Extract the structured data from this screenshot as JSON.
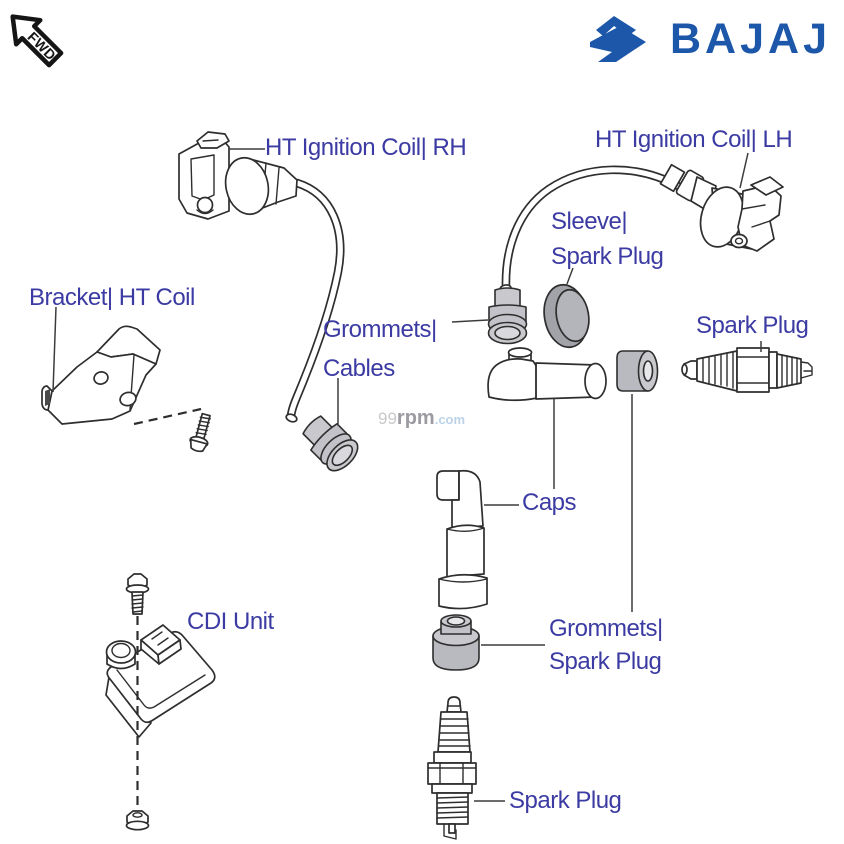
{
  "header": {
    "direction_badge": {
      "icon": "fwd-arrow-badge",
      "text": "FWD"
    },
    "brand": {
      "logo_icon": "bajaj-flying-b-logo",
      "wordmark": "BAJAJ",
      "color": "#1d57a9"
    }
  },
  "watermark": {
    "part1": "99",
    "part2": "rpm",
    "part3": ".com"
  },
  "diagram": {
    "type": "exploded-parts-line-drawing",
    "label_color": "#3b3ba3",
    "line_color": "#2e2e2e",
    "part_fill_grey": "#c2c2c8",
    "labels": {
      "ht_coil_rh": "HT Ignition Coil| RH",
      "ht_coil_lh": "HT Ignition Coil| LH",
      "sleeve_line1": "Sleeve|",
      "sleeve_line2": "Spark Plug",
      "bracket": "Bracket| HT Coil",
      "grommets_cables_line1": "Grommets|",
      "grommets_cables_line2": "Cables",
      "spark_plug_right": "Spark Plug",
      "caps": "Caps",
      "cdi_unit": "CDI Unit",
      "grommets_spark_line1": "Grommets|",
      "grommets_spark_line2": "Spark Plug",
      "spark_plug_bottom": "Spark Plug"
    }
  }
}
